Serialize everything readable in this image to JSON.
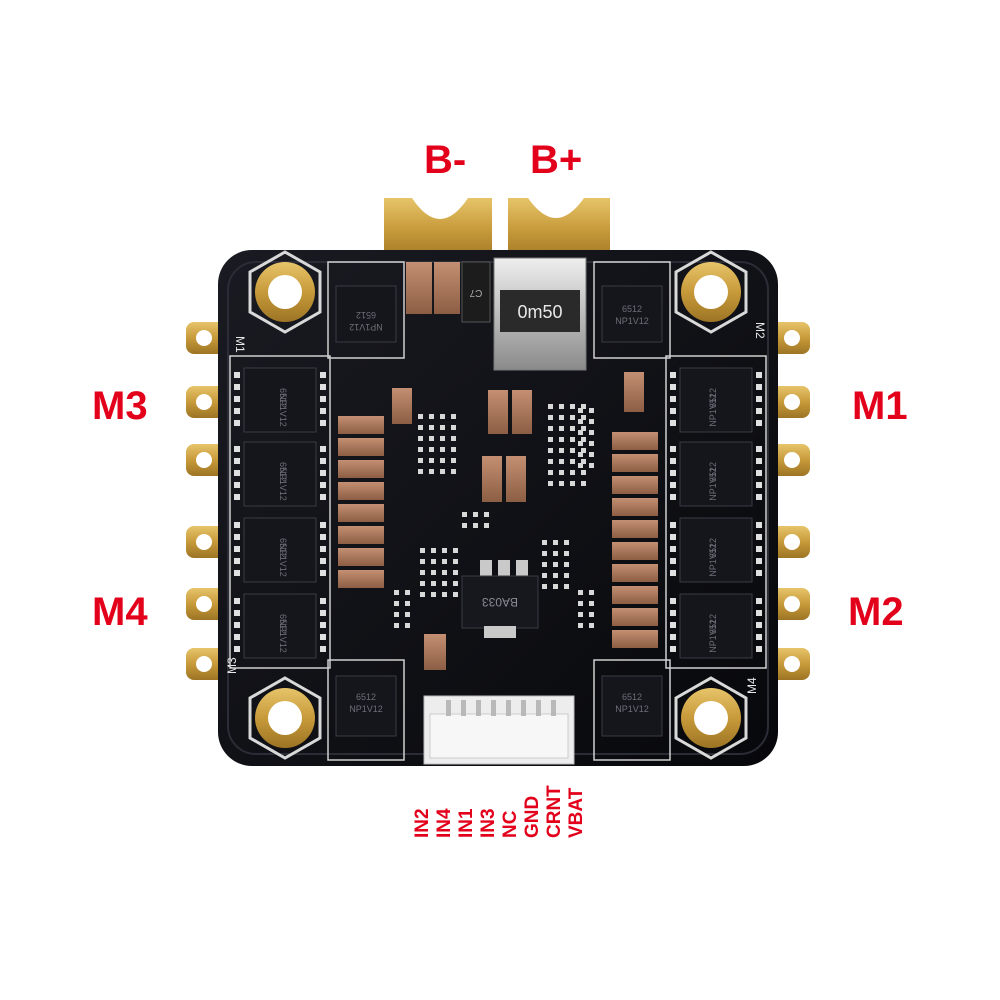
{
  "labels": {
    "battery_negative": "B-",
    "battery_positive": "B+",
    "motor_1": "M1",
    "motor_2": "M2",
    "motor_3": "M3",
    "motor_4": "M4"
  },
  "connector_pins": [
    "IN2",
    "IN4",
    "IN1",
    "IN3",
    "NC",
    "GND",
    "CRNT",
    "VBAT"
  ],
  "silkscreen": {
    "corner_m1": "M1",
    "corner_m2": "M2",
    "corner_m3": "M3",
    "corner_m4": "M4",
    "shunt_marking": "0m50",
    "mosfet_marking_1": "6512",
    "mosfet_marking_2": "NP1V12",
    "regulator_marking": "BA033",
    "cap_marking": "C7"
  },
  "colors": {
    "label_red": "#e3001b",
    "pcb_black": "#0d0e12",
    "gold_pad": "#c79a3a",
    "capacitor_tan": "#a8755a",
    "silkscreen_white": "#e8e8e8"
  }
}
